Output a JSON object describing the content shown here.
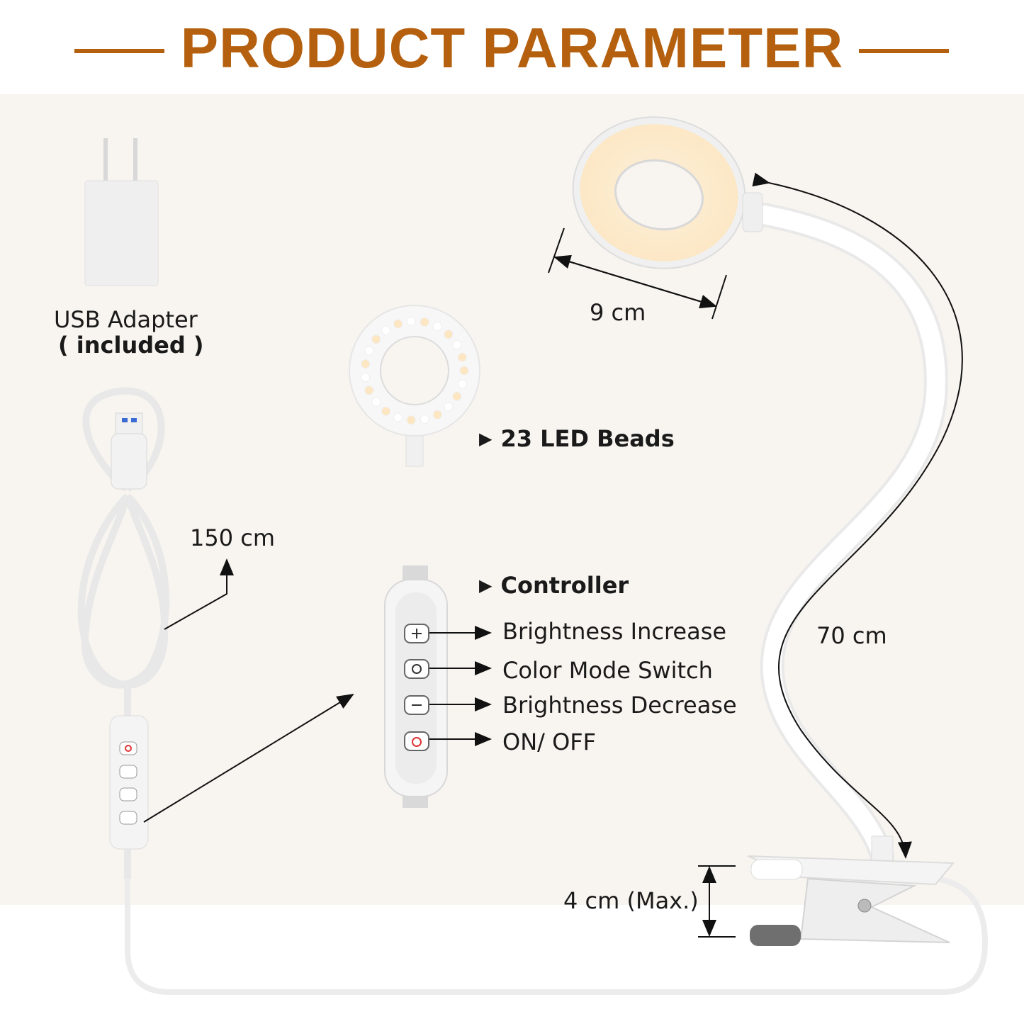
{
  "header": {
    "title": "PRODUCT PARAMETER",
    "accent_color": "#b5600f"
  },
  "adapter": {
    "label_line1": "USB Adapter",
    "label_line2": "( included )"
  },
  "cable": {
    "length": "150 cm"
  },
  "lamp_head": {
    "width": "9 cm",
    "led_label": "23 LED Beads",
    "pointer_icon": "right-triangle"
  },
  "gooseneck": {
    "length": "70 cm"
  },
  "clip": {
    "opening": "4 cm (Max.)"
  },
  "controller": {
    "title": "Controller",
    "buttons": [
      {
        "icon": "plus-icon",
        "label": "Brightness Increase"
      },
      {
        "icon": "fan-mode-icon",
        "label": "Color Mode Switch"
      },
      {
        "icon": "minus-icon",
        "label": "Brightness Decrease"
      },
      {
        "icon": "power-icon",
        "label": "ON/ OFF"
      }
    ]
  }
}
